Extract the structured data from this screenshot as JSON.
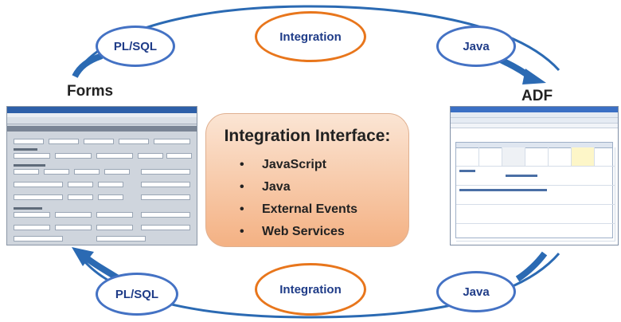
{
  "colors": {
    "blue_outline": "#4472c4",
    "orange_outline": "#e8761c",
    "arrow_blue": "#2b6ab3",
    "box_gradient_top": "#fbe5d4",
    "box_gradient_bottom": "#f4b183"
  },
  "ovals": {
    "top_left": "PL/SQL",
    "top_center": "Integration",
    "top_right": "Java",
    "bottom_left": "PL/SQL",
    "bottom_center": "Integration",
    "bottom_right": "Java"
  },
  "labels": {
    "left": "Forms",
    "right": "ADF"
  },
  "interface_box": {
    "title": "Integration Interface:",
    "items": [
      "JavaScript",
      "Java",
      "External Events",
      "Web Services"
    ]
  }
}
